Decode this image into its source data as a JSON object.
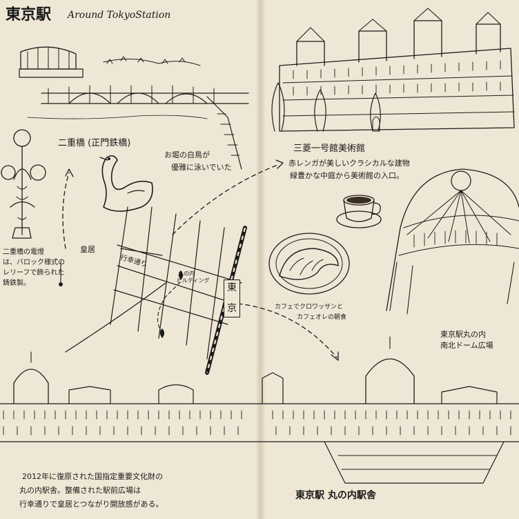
{
  "title": {
    "jp": "東京駅",
    "en": "Around TokyoStation"
  },
  "left_page": {
    "bridge_label": "二重橋 (正門鉄橋)",
    "swan_note": [
      "お堀の白鳥が",
      "優雅に泳いでいた"
    ],
    "lamp_note": [
      "二重橋の電燈",
      "は、バロック様式の",
      "レリーフで飾られた",
      "鋳鉄製。"
    ],
    "kokyo_label": "皇居",
    "map": {
      "street_label": "行幸通り",
      "building_label": [
        "丸の内",
        "ビルディング"
      ],
      "station_label": [
        "東",
        "京"
      ]
    },
    "description": [
      "2012年に復原された国指定重要文化財の",
      "丸の内駅舎。整備された駅前広場は",
      "行幸通りで皇居とつながり開放感がある。"
    ]
  },
  "right_page": {
    "museum_title": "三菱一号館美術館",
    "museum_note": [
      "赤レンガが美しいクラシカルな建物",
      "緑豊かな中庭から美術館の入口。"
    ],
    "cafe_note": [
      "カフェでクロワッサンと",
      "カフェオレの朝食"
    ],
    "dome_label": [
      "東京駅丸の内",
      "南北ドーム広場"
    ],
    "station_title": "東京駅 丸の内駅舎"
  }
}
